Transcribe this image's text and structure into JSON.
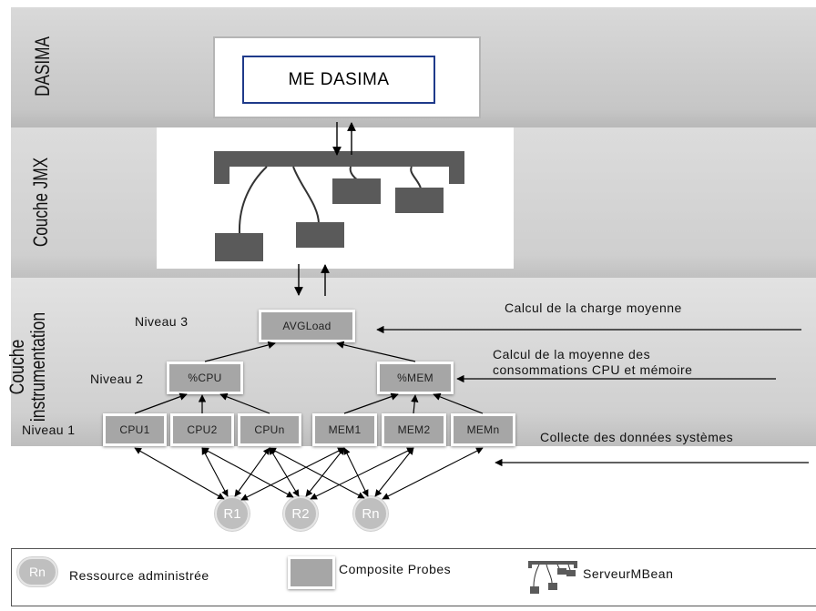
{
  "layers": {
    "dasima": "DASIMA",
    "jmx": "Couche JMX",
    "instrumentation_line1": "Couche",
    "instrumentation_line2": "instrumentation"
  },
  "me_dasima": "ME DASIMA",
  "levels": {
    "n3": "Niveau 3",
    "n2": "Niveau 2",
    "n1": "Niveau 1"
  },
  "probes": {
    "avgload": "AVGLoad",
    "cpu_pct": "%CPU",
    "mem_pct": "%MEM",
    "cpu1": "CPU1",
    "cpu2": "CPU2",
    "cpun": "CPUn",
    "mem1": "MEM1",
    "mem2": "MEM2",
    "memn": "MEMn"
  },
  "resources": {
    "r1": "R1",
    "r2": "R2",
    "rn": "Rn"
  },
  "notes": {
    "charge": "Calcul de la charge moyenne",
    "moyenne_line1": "Calcul de la moyenne des",
    "moyenne_line2": "consommations CPU et mémoire",
    "collecte": "Collecte des données systèmes"
  },
  "legend": {
    "resource_symbol": "Rn",
    "resource_label": "Ressource administrée",
    "probe_label": "Composite  Probes",
    "server_label": "ServeurMBean"
  },
  "colors": {
    "band_grey": "#d4d4d4",
    "box_grey": "#a6a6a6",
    "resource_grey": "#bfbfbf",
    "border_blue": "#1f3a8a"
  }
}
